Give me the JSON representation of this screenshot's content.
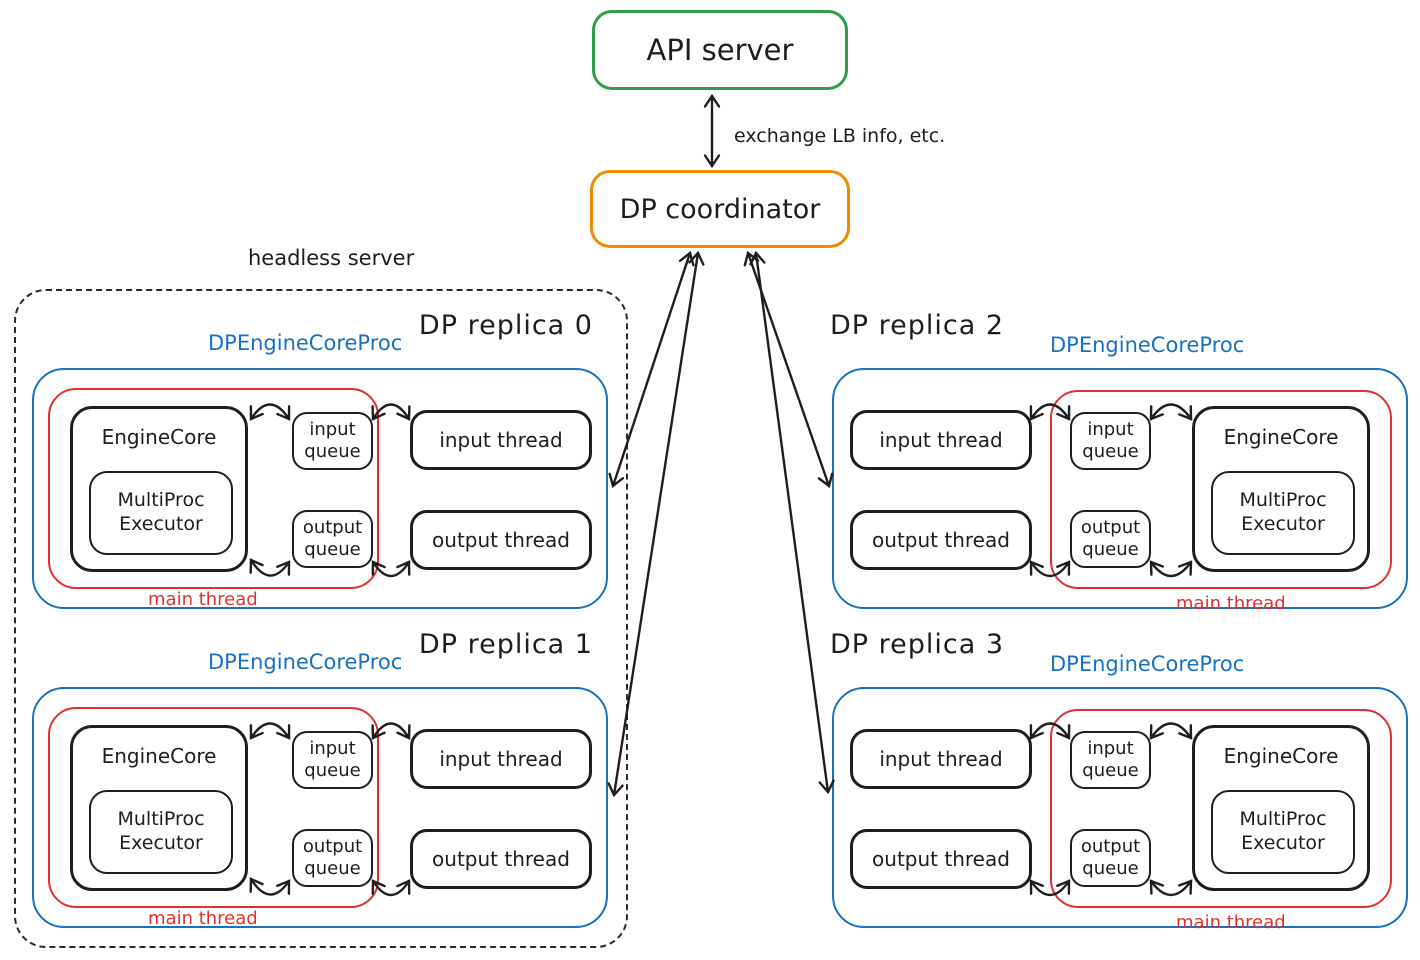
{
  "colors": {
    "green": "#2f9e44",
    "orange": "#f08c00",
    "blue": "#1971c2",
    "red": "#e03131",
    "ink": "#1e1e1e"
  },
  "api_server": {
    "label": "API server"
  },
  "coordinator": {
    "label": "DP coordinator"
  },
  "api_coordinator_link": {
    "label": "exchange LB info, etc."
  },
  "headless_server": {
    "label": "headless server"
  },
  "replicas": [
    {
      "title": "DP replica 0",
      "process_label": "DPEngineCoreProc",
      "main_thread_label": "main thread",
      "engine_core_label": "EngineCore",
      "executor_label": "MultiProc Executor",
      "input_queue_label": "input queue",
      "output_queue_label": "output queue",
      "input_thread_label": "input thread",
      "output_thread_label": "output thread"
    },
    {
      "title": "DP replica 1",
      "process_label": "DPEngineCoreProc",
      "main_thread_label": "main thread",
      "engine_core_label": "EngineCore",
      "executor_label": "MultiProc Executor",
      "input_queue_label": "input queue",
      "output_queue_label": "output queue",
      "input_thread_label": "input thread",
      "output_thread_label": "output thread"
    },
    {
      "title": "DP replica 2",
      "process_label": "DPEngineCoreProc",
      "main_thread_label": "main thread",
      "engine_core_label": "EngineCore",
      "executor_label": "MultiProc Executor",
      "input_queue_label": "input queue",
      "output_queue_label": "output queue",
      "input_thread_label": "input thread",
      "output_thread_label": "output thread"
    },
    {
      "title": "DP replica 3",
      "process_label": "DPEngineCoreProc",
      "main_thread_label": "main thread",
      "engine_core_label": "EngineCore",
      "executor_label": "MultiProc Executor",
      "input_queue_label": "input queue",
      "output_queue_label": "output queue",
      "input_thread_label": "input thread",
      "output_thread_label": "output thread"
    }
  ]
}
